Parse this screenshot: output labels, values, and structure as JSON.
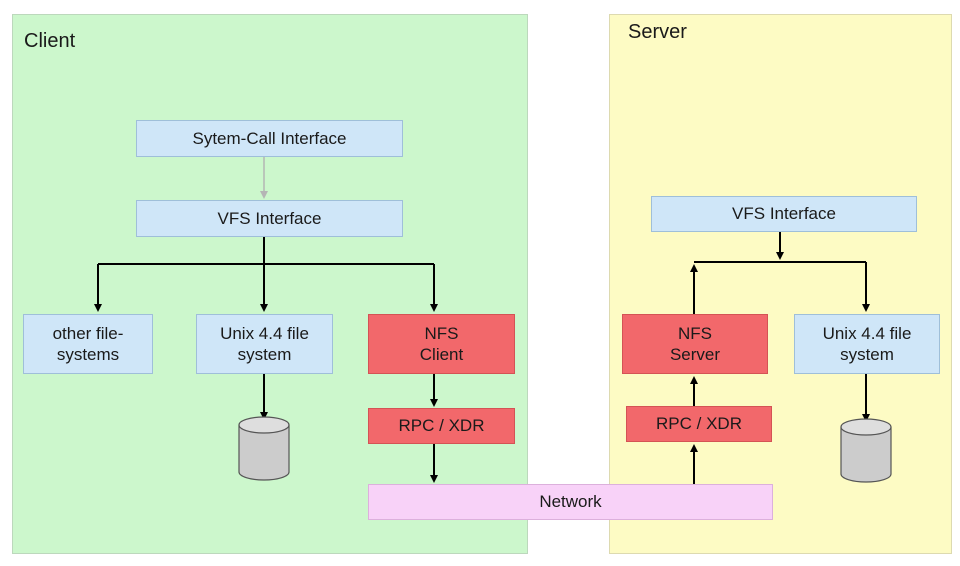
{
  "client": {
    "title": "Client"
  },
  "server": {
    "title": "Server"
  },
  "boxes": {
    "syscall": "Sytem-Call Interface",
    "vfs_client": "VFS Interface",
    "other_fs": "other file-\nsystems",
    "unix_client": "Unix 4.4 file\nsystem",
    "nfs_client": "NFS\nClient",
    "rpc_client": "RPC / XDR",
    "network": "Network",
    "vfs_server": "VFS Interface",
    "nfs_server": "NFS\nServer",
    "unix_server": "Unix 4.4 file\nsystem",
    "rpc_server": "RPC / XDR"
  },
  "colors": {
    "client_bg": "#ccf7cc",
    "server_bg": "#fdfbc4",
    "interface_box": "#cfe6f8",
    "nfs_box": "#f2686b",
    "network_box": "#f8d2f8",
    "disk": "#cccccc"
  }
}
